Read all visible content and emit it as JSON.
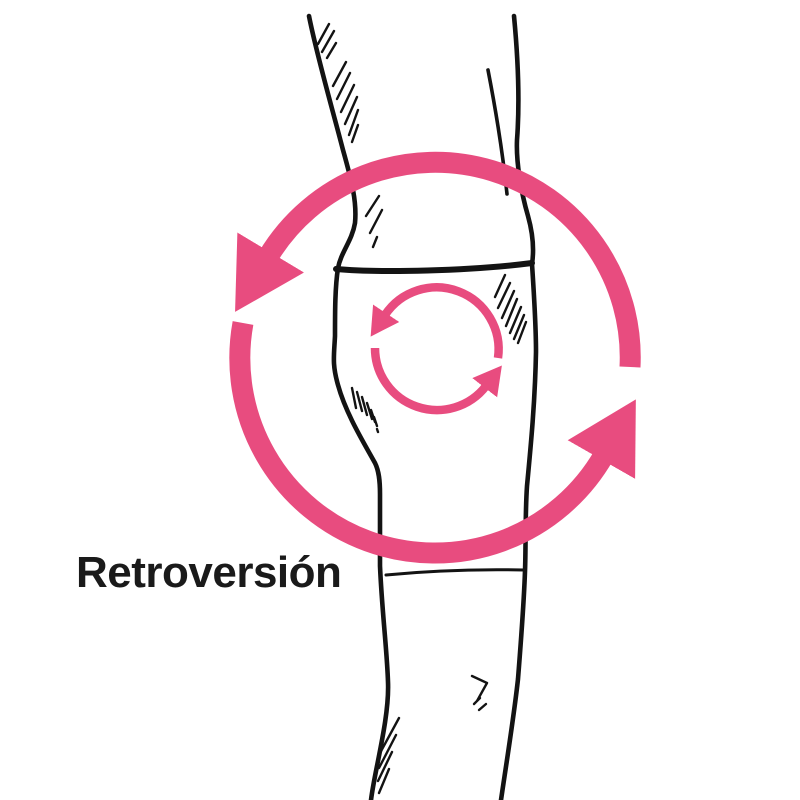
{
  "label": {
    "text": "Retroversión"
  },
  "colors": {
    "arrow_pink": "#E84C7F",
    "outline_black": "#131313",
    "label_black": "#1a1a1a",
    "background": "#ffffff"
  },
  "figure": {
    "body_outline": "side-profile-hip-and-thigh-line-art",
    "outer_arrow": "counterclockwise-rotation-circle-arrow",
    "inner_arrow": "counterclockwise-rotation-circle-arrow"
  }
}
